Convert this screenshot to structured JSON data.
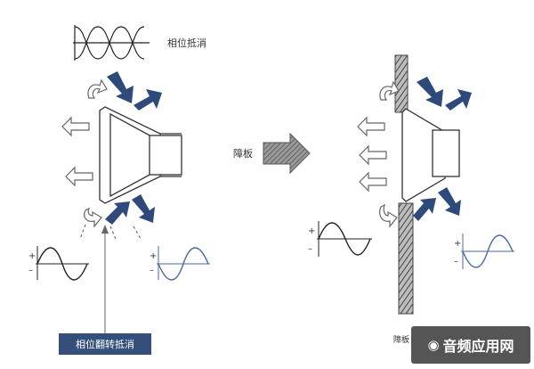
{
  "labels": {
    "phase_cancel_top": "相位抵消",
    "add_baffle": "障板",
    "phase_inversion_callout": "相位翻转抵消",
    "baffle_small_label": "障板"
  },
  "watermark": {
    "icon": "wechat-icon",
    "text": "音频应用网"
  },
  "colors": {
    "blue_arrow": "#2e4a7a",
    "outline_arrow": "#666666",
    "callout_bg": "#34507a",
    "baffle_fill": "#777777",
    "wave_blue": "#4a6aa0"
  },
  "axis_marks": {
    "plus": "+",
    "minus": "–"
  }
}
